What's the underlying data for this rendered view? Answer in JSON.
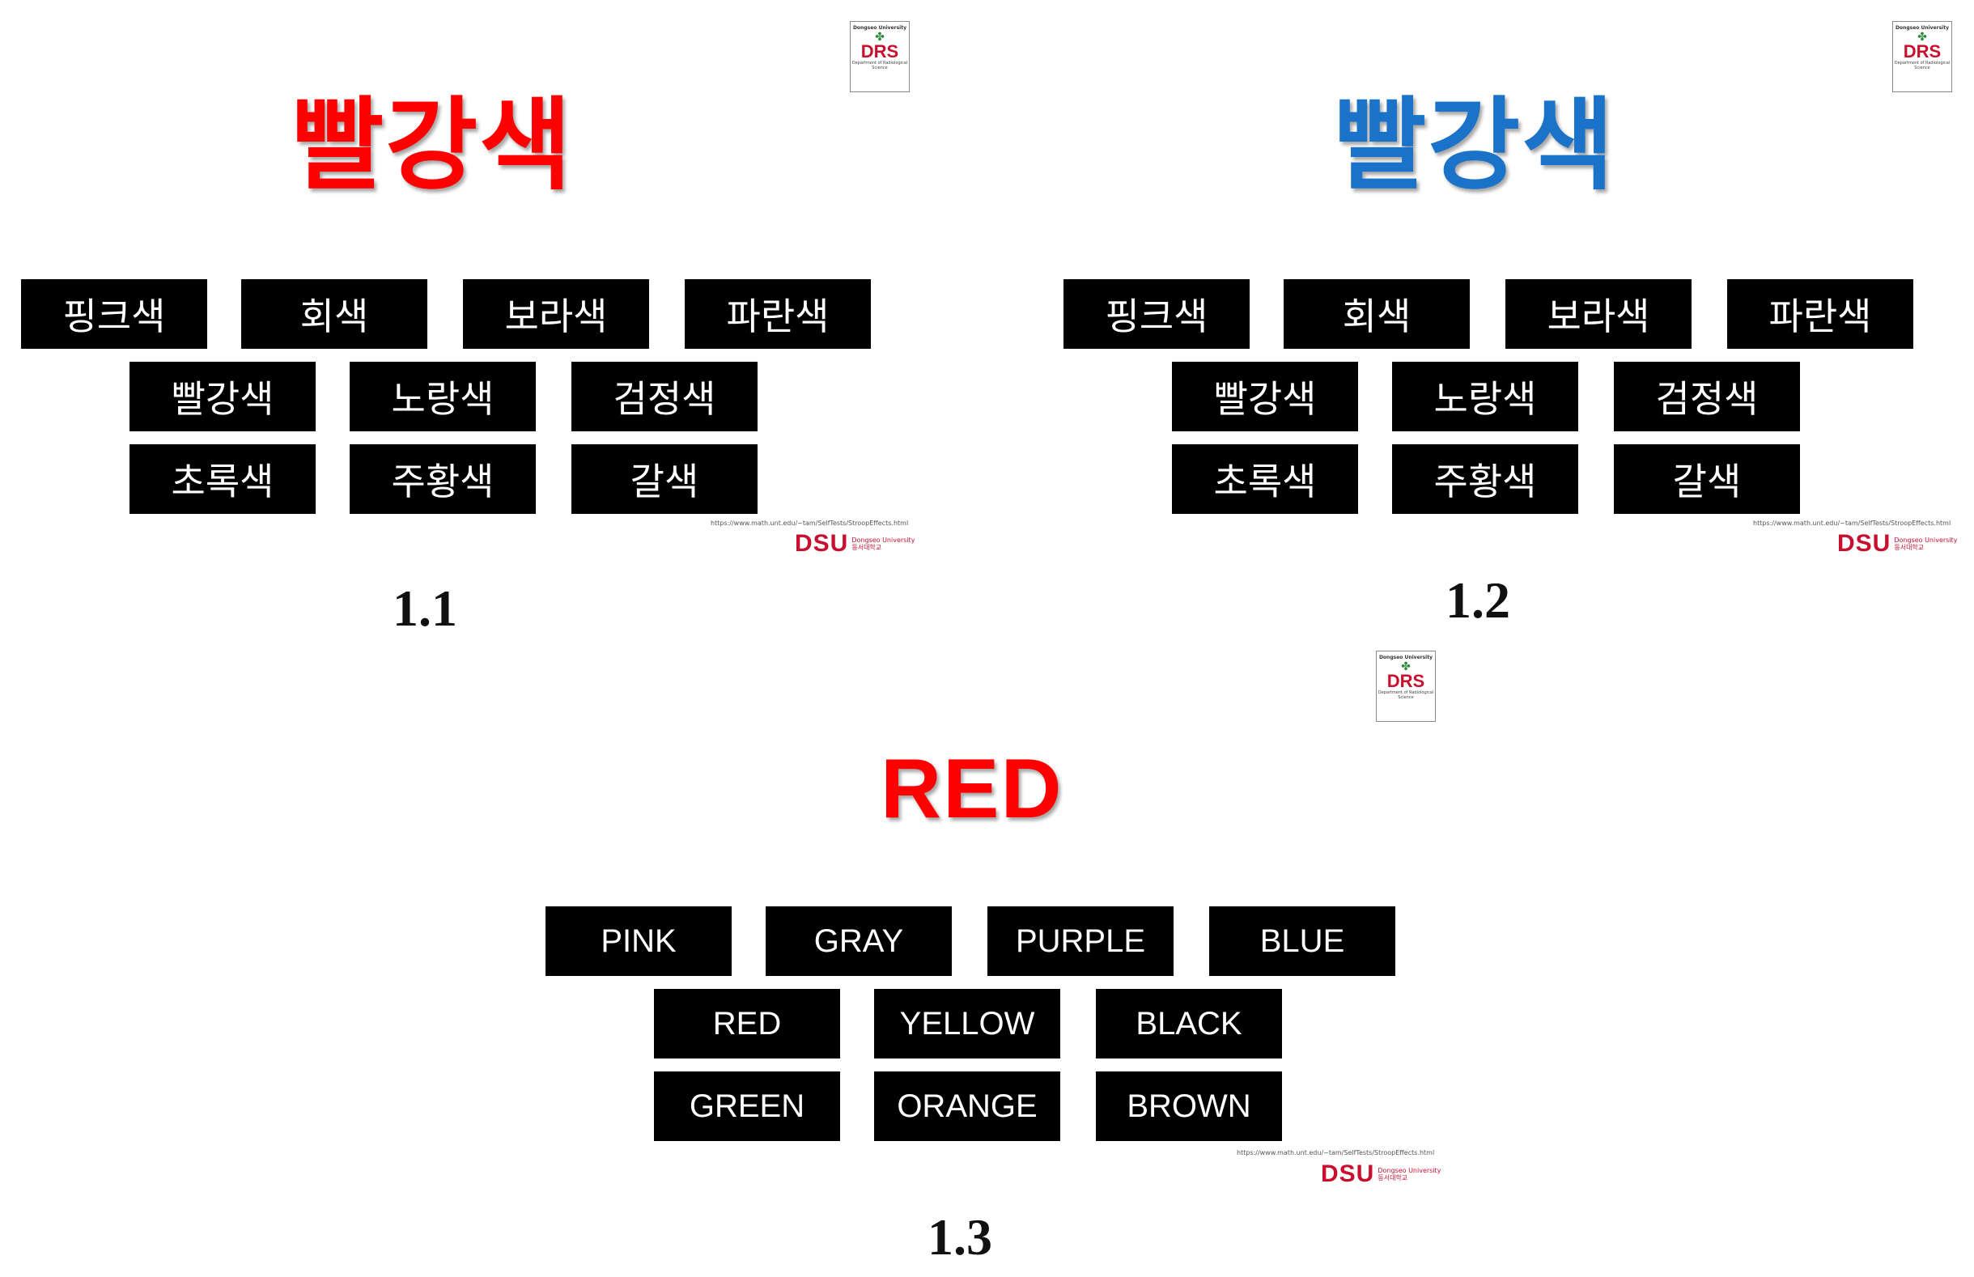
{
  "panels": [
    {
      "big_word": "빨강색",
      "big_word_color": "#ff0000",
      "words": [
        "핑크색",
        "회색",
        "보라색",
        "파란색",
        "빨강색",
        "노랑색",
        "검정색",
        "초록색",
        "주황색",
        "갈색"
      ],
      "label": "1.1"
    },
    {
      "big_word": "빨강색",
      "big_word_color": "#1a73c8",
      "words": [
        "핑크색",
        "회색",
        "보라색",
        "파란색",
        "빨강색",
        "노랑색",
        "검정색",
        "초록색",
        "주황색",
        "갈색"
      ],
      "label": "1.2"
    },
    {
      "big_word": "RED",
      "big_word_color": "#ff0000",
      "words": [
        "PINK",
        "GRAY",
        "PURPLE",
        "BLUE",
        "RED",
        "YELLOW",
        "BLACK",
        "GREEN",
        "ORANGE",
        "BROWN"
      ],
      "label": "1.3"
    }
  ],
  "drs_logo": {
    "top_text": "Dongseo University",
    "mark": "DRS",
    "bottom_text": "Department of Radiological Science",
    "icon": "molecule-icon"
  },
  "source_url": "https://www.math.unt.edu/~tam/SelfTests/StroopEffects.html",
  "dsu_logo": {
    "mark": "DSU",
    "name_en": "Dongseo University",
    "name_ko": "동서대학교"
  },
  "colors": {
    "tile_bg": "#000000",
    "tile_text": "#ffffff",
    "brand_red": "#c8102e"
  }
}
